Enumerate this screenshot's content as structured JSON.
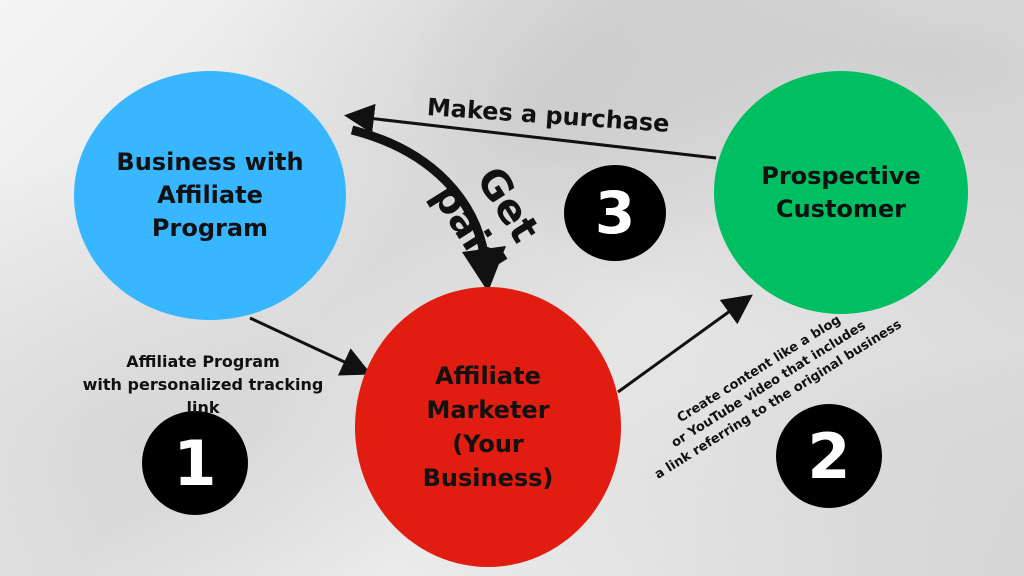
{
  "nodes": {
    "business": "Business with\nAffiliate\nProgram",
    "customer": "Prospective\nCustomer",
    "affiliate": "Affiliate\nMarketer\n(Your\nBusiness)"
  },
  "steps": {
    "one": "1",
    "two": "2",
    "three": "3"
  },
  "edges": {
    "purchase": "Makes a purchase",
    "get_paid": "Get paid",
    "program": "Affiliate Program\nwith personalized tracking link",
    "content": "Create content like a blog\nor YouTube video  that includes\na link referring to the original business"
  },
  "colors": {
    "business": "#38b6ff",
    "customer": "#00bf63",
    "affiliate": "#e11c10",
    "step_badge": "#000000"
  }
}
